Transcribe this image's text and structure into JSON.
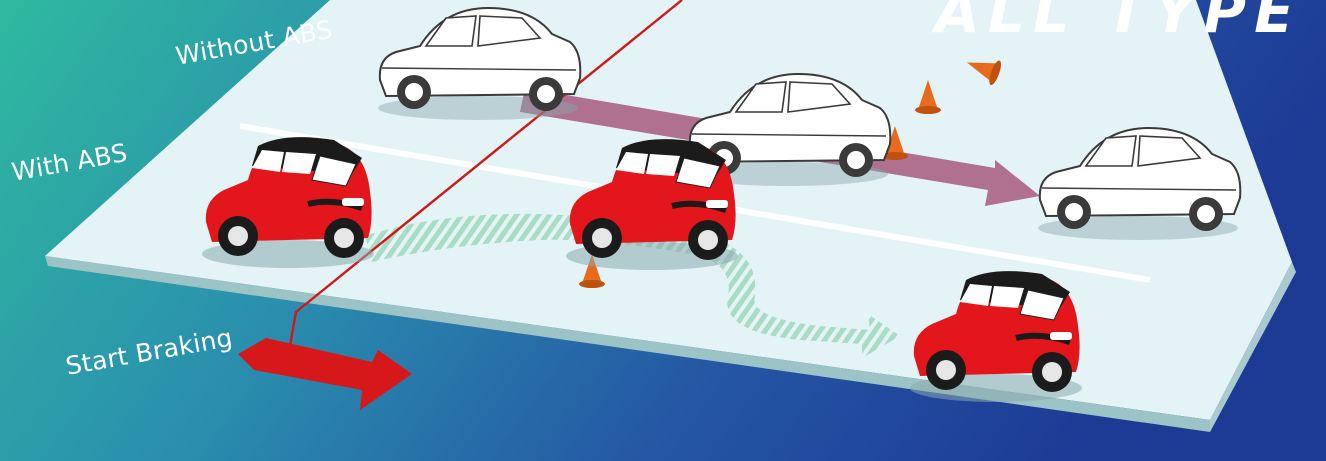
{
  "labels": {
    "without_abs": "Without ABS",
    "with_abs": "With ABS",
    "start_braking": "Start Braking"
  },
  "headline_partial": "ALL TYPE",
  "colors": {
    "background_left": "#2cb59c",
    "background_right": "#1e3f9a",
    "road": "#e3f3f6",
    "red_car": "#e8191b",
    "white_car": "#ffffff",
    "no_abs_path": "#b0708f",
    "abs_path": "#8fd0b0",
    "cone": "#ea6a1d",
    "brake_line": "#d01818"
  },
  "icons": [
    "red-car-icon",
    "white-car-icon",
    "traffic-cone-icon",
    "arrow-icon"
  ]
}
